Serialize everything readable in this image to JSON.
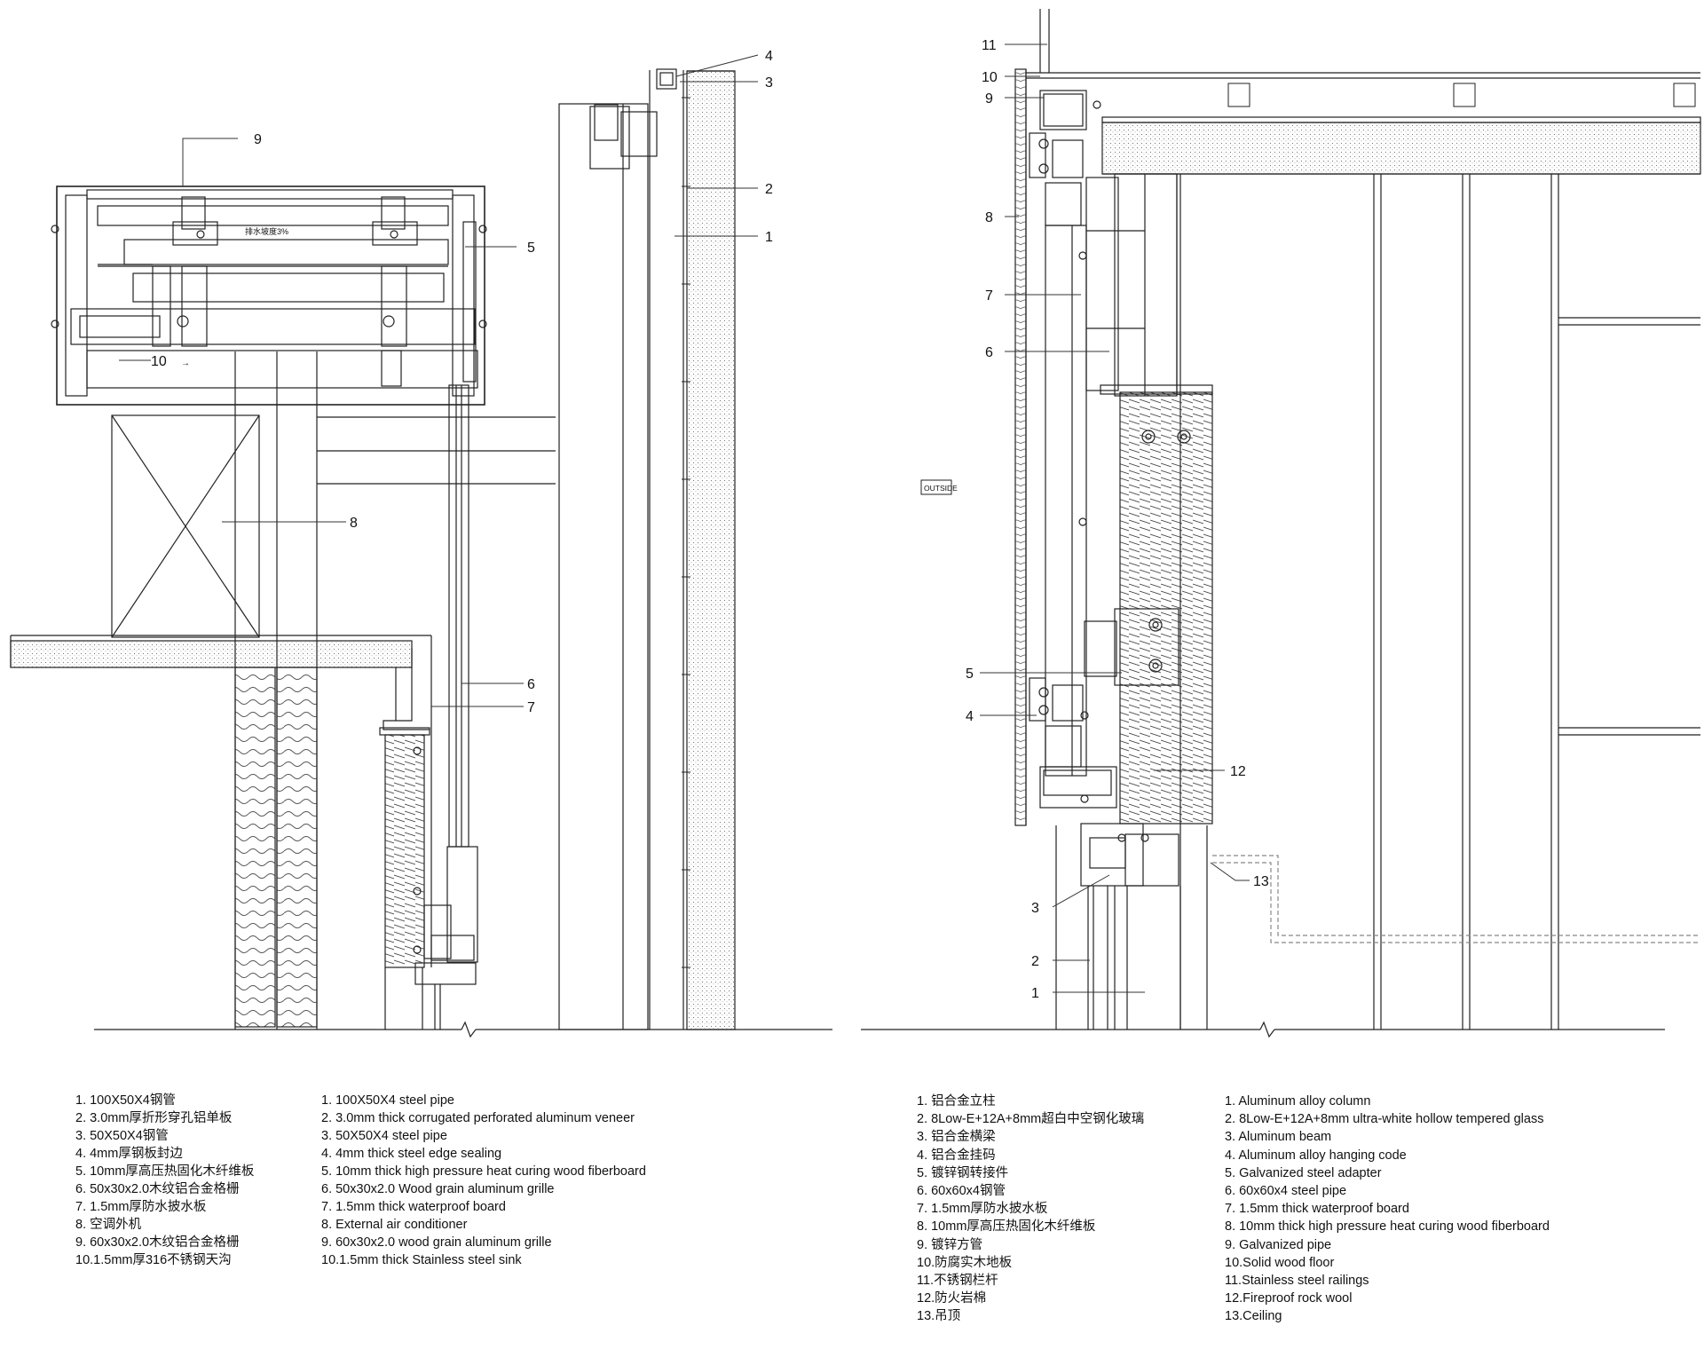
{
  "left_callouts": [
    "9",
    "10",
    "8",
    "5",
    "6",
    "7",
    "4",
    "3",
    "2",
    "1"
  ],
  "right_callouts": [
    "11",
    "10",
    "9",
    "8",
    "7",
    "6",
    "5",
    "4",
    "12",
    "13",
    "3",
    "2",
    "1"
  ],
  "outside_tag": "OUTSIDE",
  "slope_note": "排水坡度3%",
  "legend_left_cn": [
    "1. 100X50X4钢管",
    "2. 3.0mm厚折形穿孔铝单板",
    "3. 50X50X4钢管",
    "4. 4mm厚钢板封边",
    "5. 10mm厚高压热固化木纤维板",
    "6. 50x30x2.0木纹铝合金格栅",
    "7. 1.5mm厚防水披水板",
    "8. 空调外机",
    "9. 60x30x2.0木纹铝合金格栅",
    "10.1.5mm厚316不锈钢天沟"
  ],
  "legend_left_en": [
    "1. 100X50X4 steel pipe",
    "2. 3.0mm thick corrugated perforated aluminum veneer",
    "3. 50X50X4 steel pipe",
    "4. 4mm thick steel edge sealing",
    "5. 10mm thick high pressure heat curing wood fiberboard",
    "6. 50x30x2.0 Wood grain aluminum grille",
    "7. 1.5mm thick waterproof board",
    "8. External air conditioner",
    "9. 60x30x2.0 wood grain aluminum grille",
    "10.1.5mm thick Stainless steel sink"
  ],
  "legend_right_cn": [
    "1. 铝合金立柱",
    "2. 8Low-E+12A+8mm超白中空钢化玻璃",
    "3. 铝合金横梁",
    "4. 铝合金挂码",
    "5. 镀锌钢转接件",
    "6. 60x60x4钢管",
    "7. 1.5mm厚防水披水板",
    "8. 10mm厚高压热固化木纤维板",
    "9. 镀锌方管",
    "10.防腐实木地板",
    "11.不锈钢栏杆",
    "12.防火岩棉",
    "13.吊顶"
  ],
  "legend_right_en": [
    "1. Aluminum alloy column",
    "2. 8Low-E+12A+8mm ultra-white hollow tempered glass",
    "3. Aluminum beam",
    "4. Aluminum alloy hanging code",
    "5. Galvanized steel adapter",
    "6. 60x60x4 steel pipe",
    "7. 1.5mm thick waterproof board",
    "8. 10mm thick high pressure heat curing wood fiberboard",
    "9. Galvanized pipe",
    "10.Solid wood floor",
    "11.Stainless steel railings",
    "12.Fireproof rock wool",
    "13.Ceiling"
  ]
}
